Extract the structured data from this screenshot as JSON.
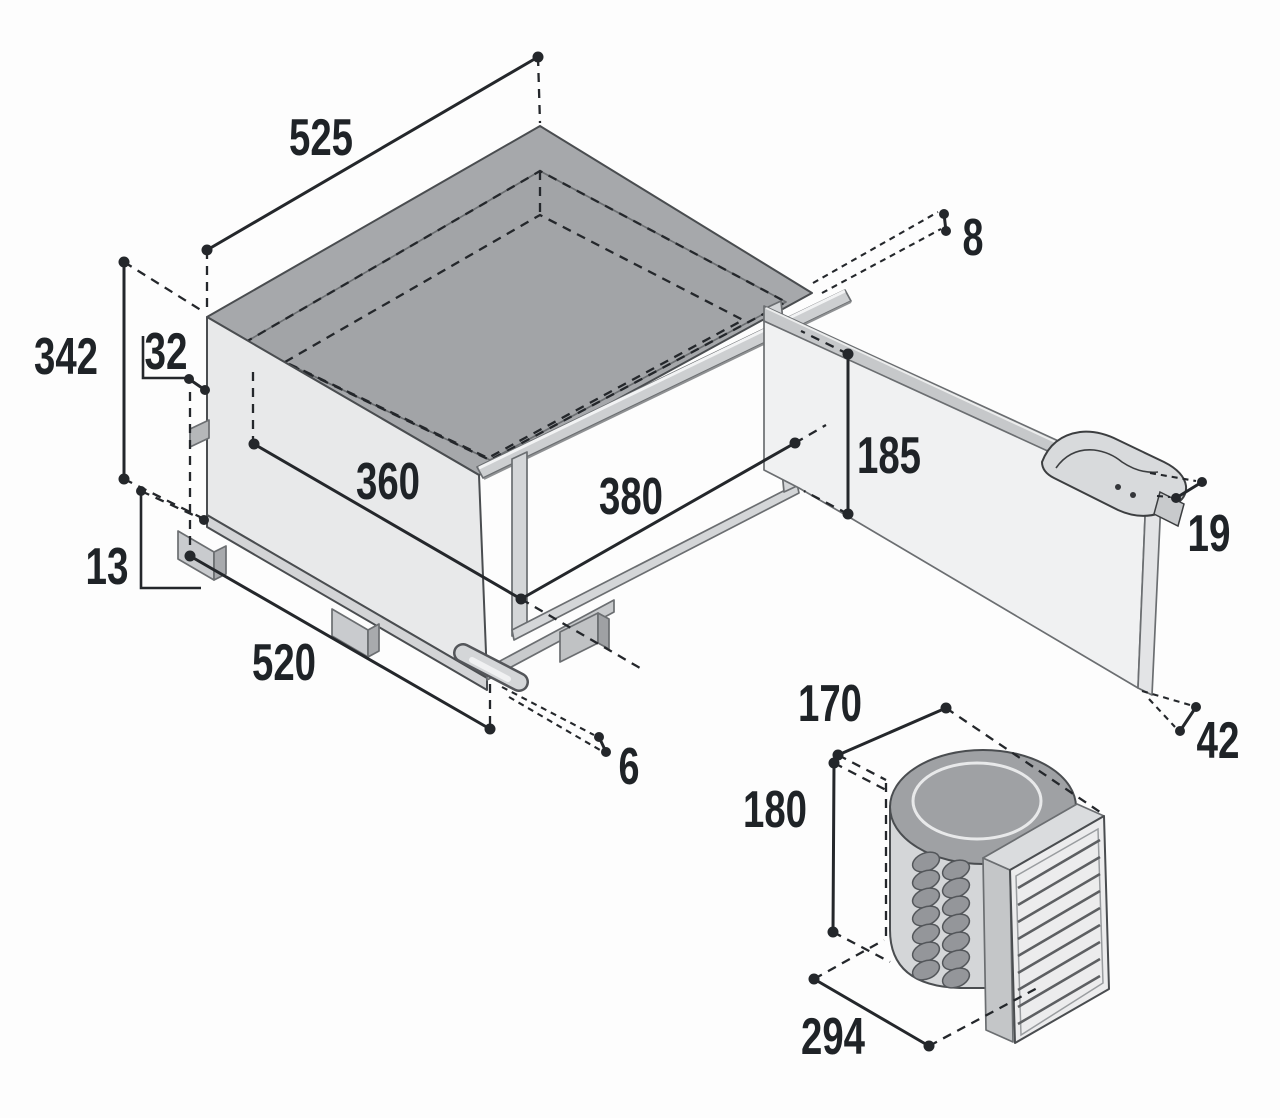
{
  "drawing": {
    "dims": {
      "top_width": "525",
      "overall_height": "342",
      "top_inset": "32",
      "foot_height": "13",
      "inner_depth": "360",
      "frame_opening": "380",
      "bottom_width": "520",
      "bottom_gap": "6",
      "rail_gap": "8",
      "panel_height": "185",
      "panel_thickness": "19",
      "panel_bottom_offset": "42",
      "compressor_depth": "170",
      "compressor_height": "180",
      "compressor_width": "294"
    },
    "colors": {
      "background": "#fdfdfd",
      "line": "#24272b",
      "label": "#1f2327",
      "surface_top": "#a6a8ab",
      "surface_interior": "#a2a4a7",
      "surface_front": "#e8e9ea",
      "surface_light": "#d4d6d8",
      "surface_rail": "#cdcfd1",
      "door_face": "#f0f1f2",
      "grille_face": "#ececed"
    }
  }
}
